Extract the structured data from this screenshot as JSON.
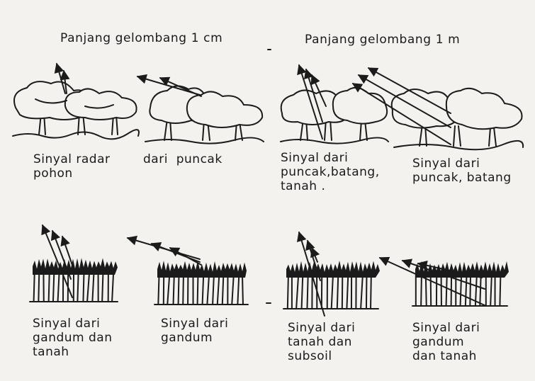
{
  "headers": {
    "left": "Panjang gelombang 1 cm",
    "right": "Panjang gelombang 1 m"
  },
  "captions": {
    "tree_left_1": "Sinyal radar",
    "tree_left_2": "pohon",
    "tree_left_3": "dari  puncak",
    "tree_right_a1": "Sinyal dari",
    "tree_right_a2": "puncak,batang,",
    "tree_right_a3": "tanah .",
    "tree_right_b1": "Sinyal dari",
    "tree_right_b2": "puncak, batang",
    "wheat_1a": "Sinyal dari",
    "wheat_1b": "gandum dan",
    "wheat_1c": "tanah",
    "wheat_2a": "Sinyal dari",
    "wheat_2b": "gandum",
    "wheat_3a": "Sinyal dari",
    "wheat_3b": "tanah dan",
    "wheat_3c": "subsoil",
    "wheat_4a": "Sinyal dari",
    "wheat_4b": "gandum",
    "wheat_4c": "dan tanah"
  },
  "colors": {
    "ink": "#1b1b1b",
    "paper": "#f3f2ef"
  }
}
